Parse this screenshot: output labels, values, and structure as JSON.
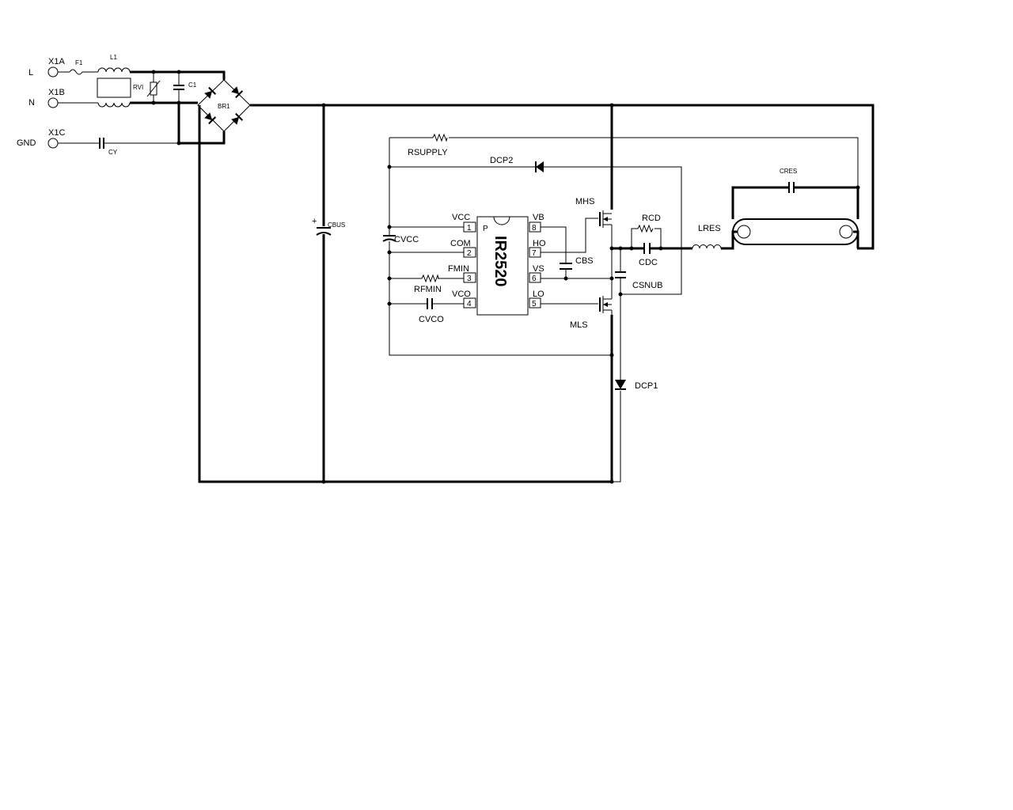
{
  "terminals": {
    "line_label": "L",
    "neutral_label": "N",
    "ground_label": "GND",
    "x1a": "X1A",
    "x1b": "X1B",
    "x1c": "X1C"
  },
  "components": {
    "fuse": "F1",
    "inductor_l1": "L1",
    "varistor": "RVI",
    "capacitor_c1": "C1",
    "bridge": "BR1",
    "capacitor_cy": "CY",
    "capacitor_cbus": "CBUS",
    "cbus_polarity": "+",
    "rsupply": "RSUPPLY",
    "dcp2": "DCP2",
    "cvcc": "CVCC",
    "rfmin": "RFMIN",
    "cvco": "CVCO",
    "cbs": "CBS",
    "mhs": "MHS",
    "mls": "MLS",
    "rcd": "RCD",
    "cdc": "CDC",
    "csnub": "CSNUB",
    "dcp1": "DCP1",
    "lres": "LRES",
    "cres": "CRES"
  },
  "ic": {
    "name": "IR2520",
    "notch_mark": "P",
    "pins": [
      {
        "num": "1",
        "name": "VCC"
      },
      {
        "num": "2",
        "name": "COM"
      },
      {
        "num": "3",
        "name": "FMIN"
      },
      {
        "num": "4",
        "name": "VCO"
      },
      {
        "num": "5",
        "name": "LO"
      },
      {
        "num": "6",
        "name": "VS"
      },
      {
        "num": "7",
        "name": "HO"
      },
      {
        "num": "8",
        "name": "VB"
      }
    ]
  }
}
